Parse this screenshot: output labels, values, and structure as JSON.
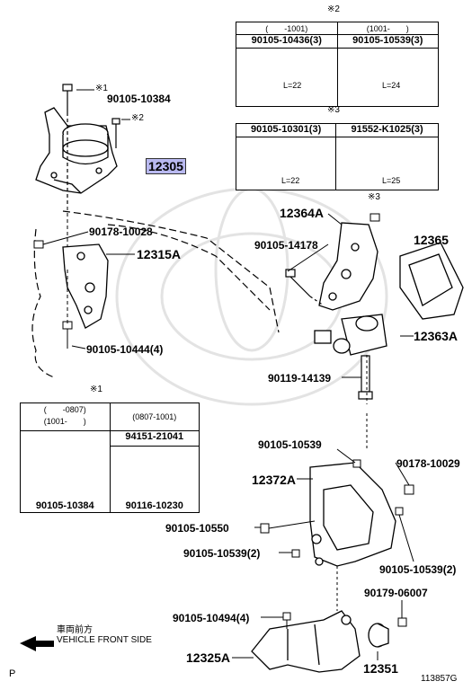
{
  "watermark": "Toyota emblem",
  "table_notes": {
    "n1": "※1",
    "n2": "※2",
    "n3": "※3"
  },
  "table2": {
    "headers": [
      "(　　-1001)",
      "(1001-　　)"
    ],
    "parts": [
      "90105-10436(3)",
      "90105-10539(3)"
    ],
    "lengths": [
      "L=22",
      "L=24"
    ]
  },
  "table3": {
    "parts": [
      "90105-10301(3)",
      "91552-K1025(3)"
    ],
    "lengths": [
      "L=22",
      "L=25"
    ]
  },
  "table1": {
    "header_left_1": "(　　-0807)",
    "header_left_2": "(1001-　　)",
    "header_right": "(0807-1001)",
    "top_right_part": "94151-21041",
    "bottom_parts": [
      "90105-10384",
      "90116-10230"
    ]
  },
  "labels": {
    "p12305": "12305",
    "b90105_10384": "90105-10384",
    "n1_top": "※1",
    "n2_top": "※2",
    "p90178_10028": "90178-10028",
    "p12315A": "12315A",
    "p90105_10444": "90105-10444(4)",
    "p12364A": "12364A",
    "n3_right": "※3",
    "p12365": "12365",
    "p90105_14178": "90105-14178",
    "p12363A": "12363A",
    "p90119_14139": "90119-14139",
    "p90105_10539a": "90105-10539",
    "p90178_10029": "90178-10029",
    "p12372A": "12372A",
    "p90105_10550": "90105-10550",
    "p90105_10539_2a": "90105-10539(2)",
    "p90105_10539_2b": "90105-10539(2)",
    "p90179_06007": "90179-06007",
    "p90105_10494": "90105-10494(4)",
    "p12325A": "12325A",
    "p12351": "12351"
  },
  "front_jp": "車両前方",
  "front_en": "VEHICLE FRONT SIDE",
  "corner_p": "P",
  "figure_id": "113857G",
  "colors": {
    "highlight": "#b9b9f0"
  }
}
